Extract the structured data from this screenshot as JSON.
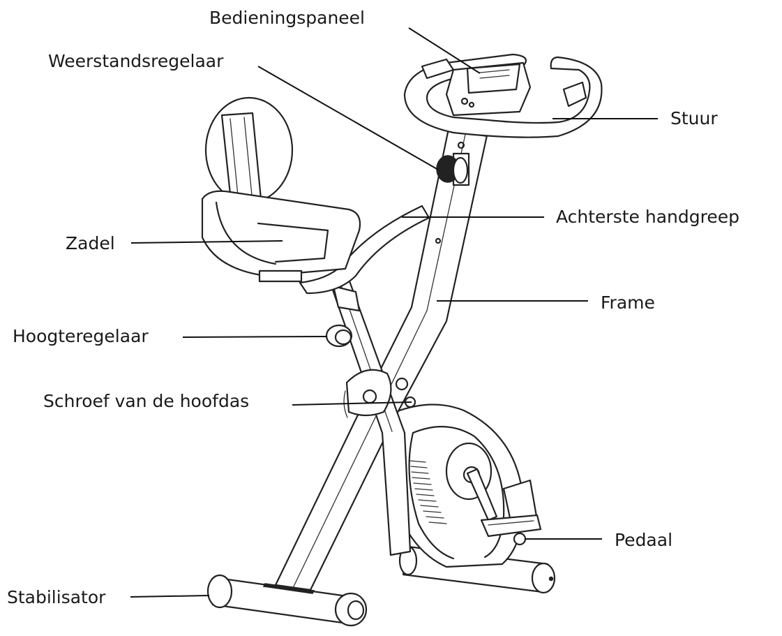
{
  "labels": {
    "bedieningspaneel": "Bedieningspaneel",
    "weerstandsregelaar": "Weerstandsregelaar",
    "stuur": "Stuur",
    "achterste_handgreep": "Achterste handgreep",
    "zadel": "Zadel",
    "frame": "Frame",
    "hoogteregelaar": "Hoogteregelaar",
    "schroef_van_de_hoofdas": "Schroef van de hoofdas",
    "pedaal": "Pedaal",
    "stabilisator": "Stabilisator"
  },
  "colors": {
    "line": "#222222",
    "background": "#ffffff"
  }
}
